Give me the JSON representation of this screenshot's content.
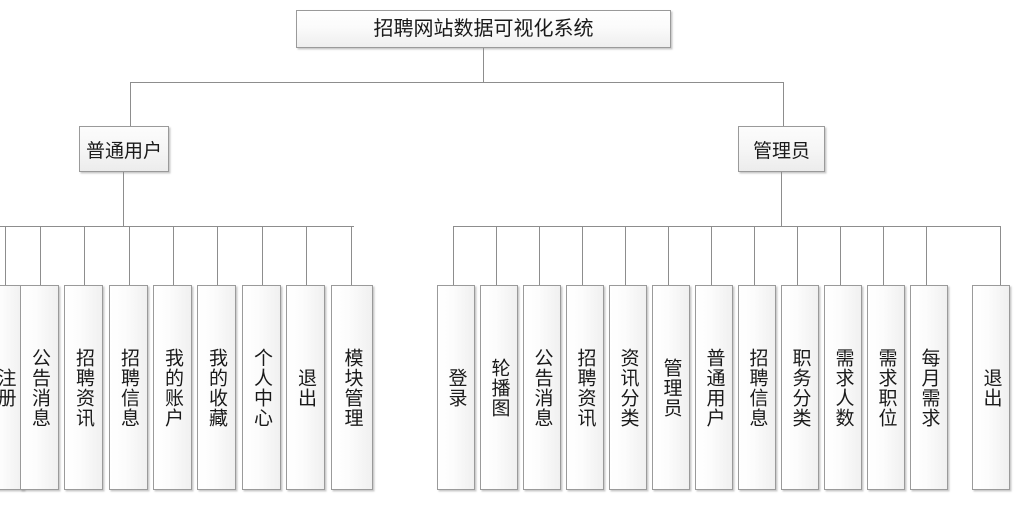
{
  "diagram": {
    "type": "hierarchy-tree",
    "title": "招聘网站数据可视化系统",
    "root": {
      "label": "招聘网站数据可视化系统"
    },
    "branches": [
      {
        "id": "normal-user",
        "label": "普通用户",
        "children": [
          {
            "label": "注册",
            "clipped": true
          },
          {
            "label": "公告消息"
          },
          {
            "label": "招聘资讯"
          },
          {
            "label": "招聘信息"
          },
          {
            "label": "我的账户"
          },
          {
            "label": "我的收藏"
          },
          {
            "label": "个人中心"
          },
          {
            "label": "退出"
          },
          {
            "label": "模块管理"
          }
        ]
      },
      {
        "id": "administrator",
        "label": "管理员",
        "children": [
          {
            "label": "登录"
          },
          {
            "label": "轮播图"
          },
          {
            "label": "公告消息"
          },
          {
            "label": "招聘资讯"
          },
          {
            "label": "资讯分类"
          },
          {
            "label": "管理员"
          },
          {
            "label": "普通用户"
          },
          {
            "label": "招聘信息"
          },
          {
            "label": "职务分类"
          },
          {
            "label": "需求人数"
          },
          {
            "label": "需求职位"
          },
          {
            "label": "每月需求"
          },
          {
            "label": "退出"
          }
        ]
      }
    ],
    "colors": {
      "box_border": "#9a9a9a",
      "box_fill_light": "#ffffff",
      "box_fill_shade": "#f0f0f0",
      "connector": "#8d8d8d",
      "text": "#1a1a1a",
      "background": "#ffffff"
    }
  }
}
